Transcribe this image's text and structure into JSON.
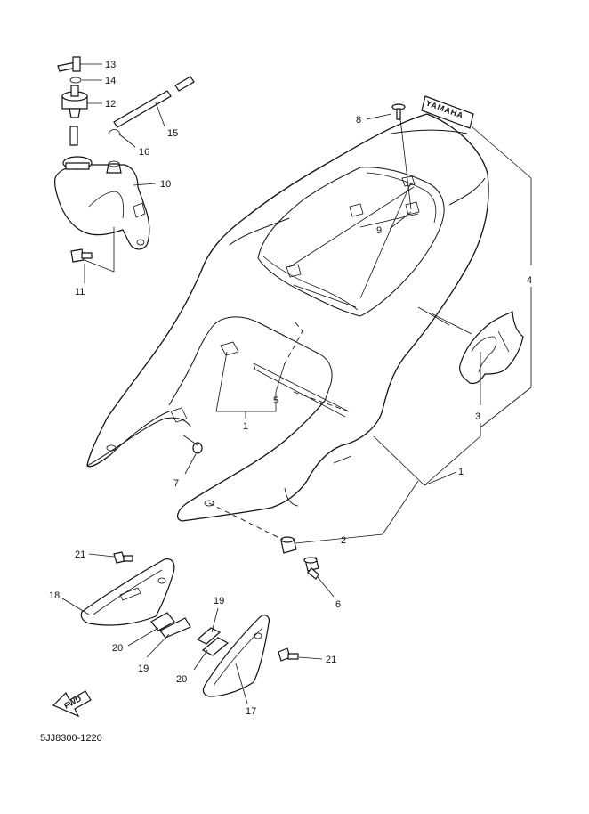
{
  "diagram": {
    "catalog_code": "5JJ8300-1220",
    "fwd_label": "FWD",
    "logo_text": "YAMAHA",
    "callouts": [
      {
        "id": "c1a",
        "label": "1"
      },
      {
        "id": "c1b",
        "label": "1"
      },
      {
        "id": "c2",
        "label": "2"
      },
      {
        "id": "c3",
        "label": "3"
      },
      {
        "id": "c4",
        "label": "4"
      },
      {
        "id": "c5",
        "label": "5"
      },
      {
        "id": "c6",
        "label": "6"
      },
      {
        "id": "c7",
        "label": "7"
      },
      {
        "id": "c8",
        "label": "8"
      },
      {
        "id": "c9",
        "label": "9"
      },
      {
        "id": "c10",
        "label": "10"
      },
      {
        "id": "c11",
        "label": "11"
      },
      {
        "id": "c12",
        "label": "12"
      },
      {
        "id": "c13",
        "label": "13"
      },
      {
        "id": "c14",
        "label": "14"
      },
      {
        "id": "c15",
        "label": "15"
      },
      {
        "id": "c16",
        "label": "16"
      },
      {
        "id": "c17",
        "label": "17"
      },
      {
        "id": "c18",
        "label": "18"
      },
      {
        "id": "c19a",
        "label": "19"
      },
      {
        "id": "c19b",
        "label": "19"
      },
      {
        "id": "c20a",
        "label": "20"
      },
      {
        "id": "c20b",
        "label": "20"
      },
      {
        "id": "c21a",
        "label": "21"
      },
      {
        "id": "c21b",
        "label": "21"
      }
    ]
  }
}
